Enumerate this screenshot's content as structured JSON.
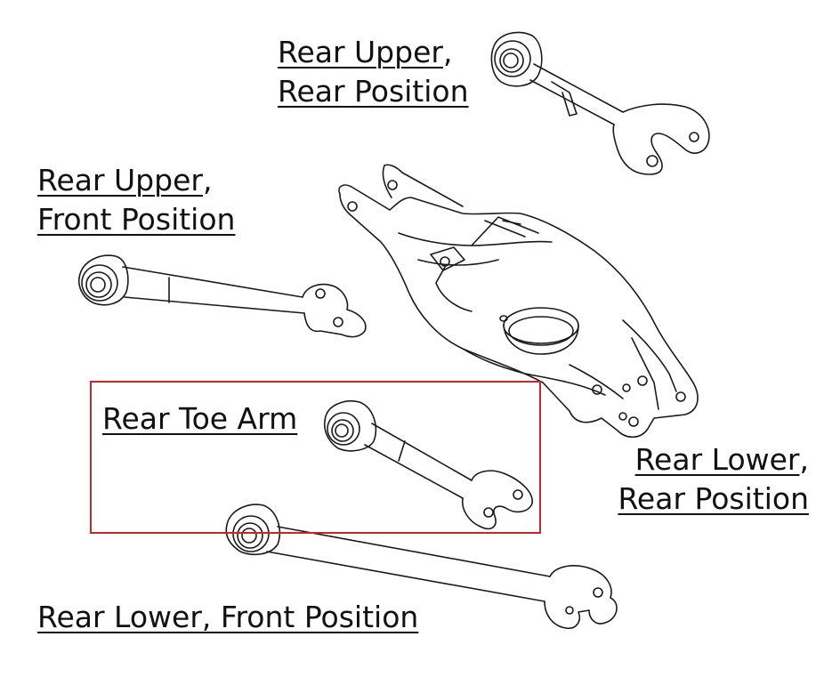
{
  "labels": {
    "rear_upper_rear": {
      "line1": "Rear Upper",
      "line1_suffix": ",",
      "line2": "Rear Position"
    },
    "rear_upper_front": {
      "line1": "Rear Upper",
      "line1_suffix": ",",
      "line2": "Front Position"
    },
    "rear_toe_arm": {
      "line1": "Rear Toe Arm"
    },
    "rear_lower_rear": {
      "line1": "Rear Lower",
      "line1_suffix": ",",
      "line2": "Rear Position"
    },
    "rear_lower_front": {
      "line1": "Rear Lower, Front Position"
    }
  },
  "colors": {
    "line_art": "#1a1a1a",
    "highlight": "#c8262e",
    "background": "#ffffff"
  },
  "icons": [
    "rear-upper-rear-arm-icon",
    "rear-upper-front-arm-icon",
    "rear-toe-arm-icon",
    "rear-lower-front-arm-icon",
    "rear-lower-rear-arm-icon"
  ]
}
